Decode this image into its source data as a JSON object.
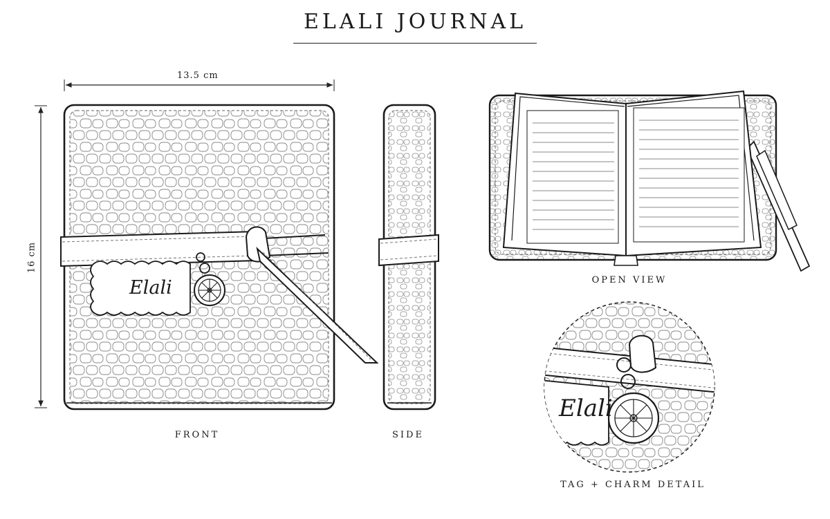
{
  "title": "ELALI JOURNAL",
  "dimensions": {
    "width": "13.5 cm",
    "height": "16 cm"
  },
  "views": {
    "front": "FRONT",
    "side": "SIDE",
    "open": "OPEN VIEW",
    "detail": "TAG + CHARM DETAIL"
  },
  "tag_text": "Elali",
  "colors": {
    "ink": "#1a1a1a",
    "paper": "#ffffff",
    "stitch": "#555555"
  }
}
